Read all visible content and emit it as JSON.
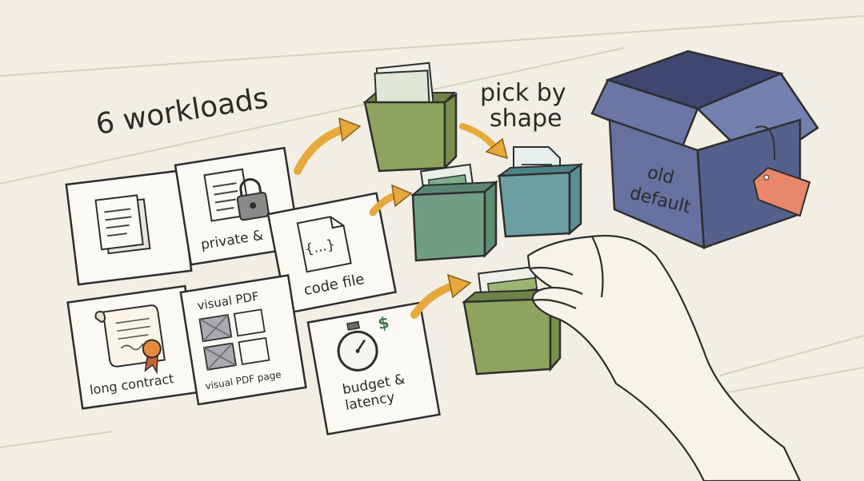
{
  "title": "6 workloads",
  "annotation": [
    "pick by",
    "shape"
  ],
  "old_box_label": [
    "old",
    "default"
  ],
  "cards": {
    "private": "private &",
    "code": "code file",
    "contract": "long contract",
    "visual_top": "visual PDF",
    "visual_bottom": "visual PDF page",
    "budget": [
      "budget &",
      "latency"
    ],
    "budget_symbol": "$",
    "code_symbol": "{...}"
  },
  "colors": {
    "background": "#f3eee3",
    "olive_box": "#8ea35e",
    "sage_box": "#6f9e84",
    "teal_box": "#6b9fa3",
    "purple_box": "#66719f",
    "arrow": "#e7a83c",
    "tag": "#e8876b",
    "dollar": "#3f7a4c"
  }
}
